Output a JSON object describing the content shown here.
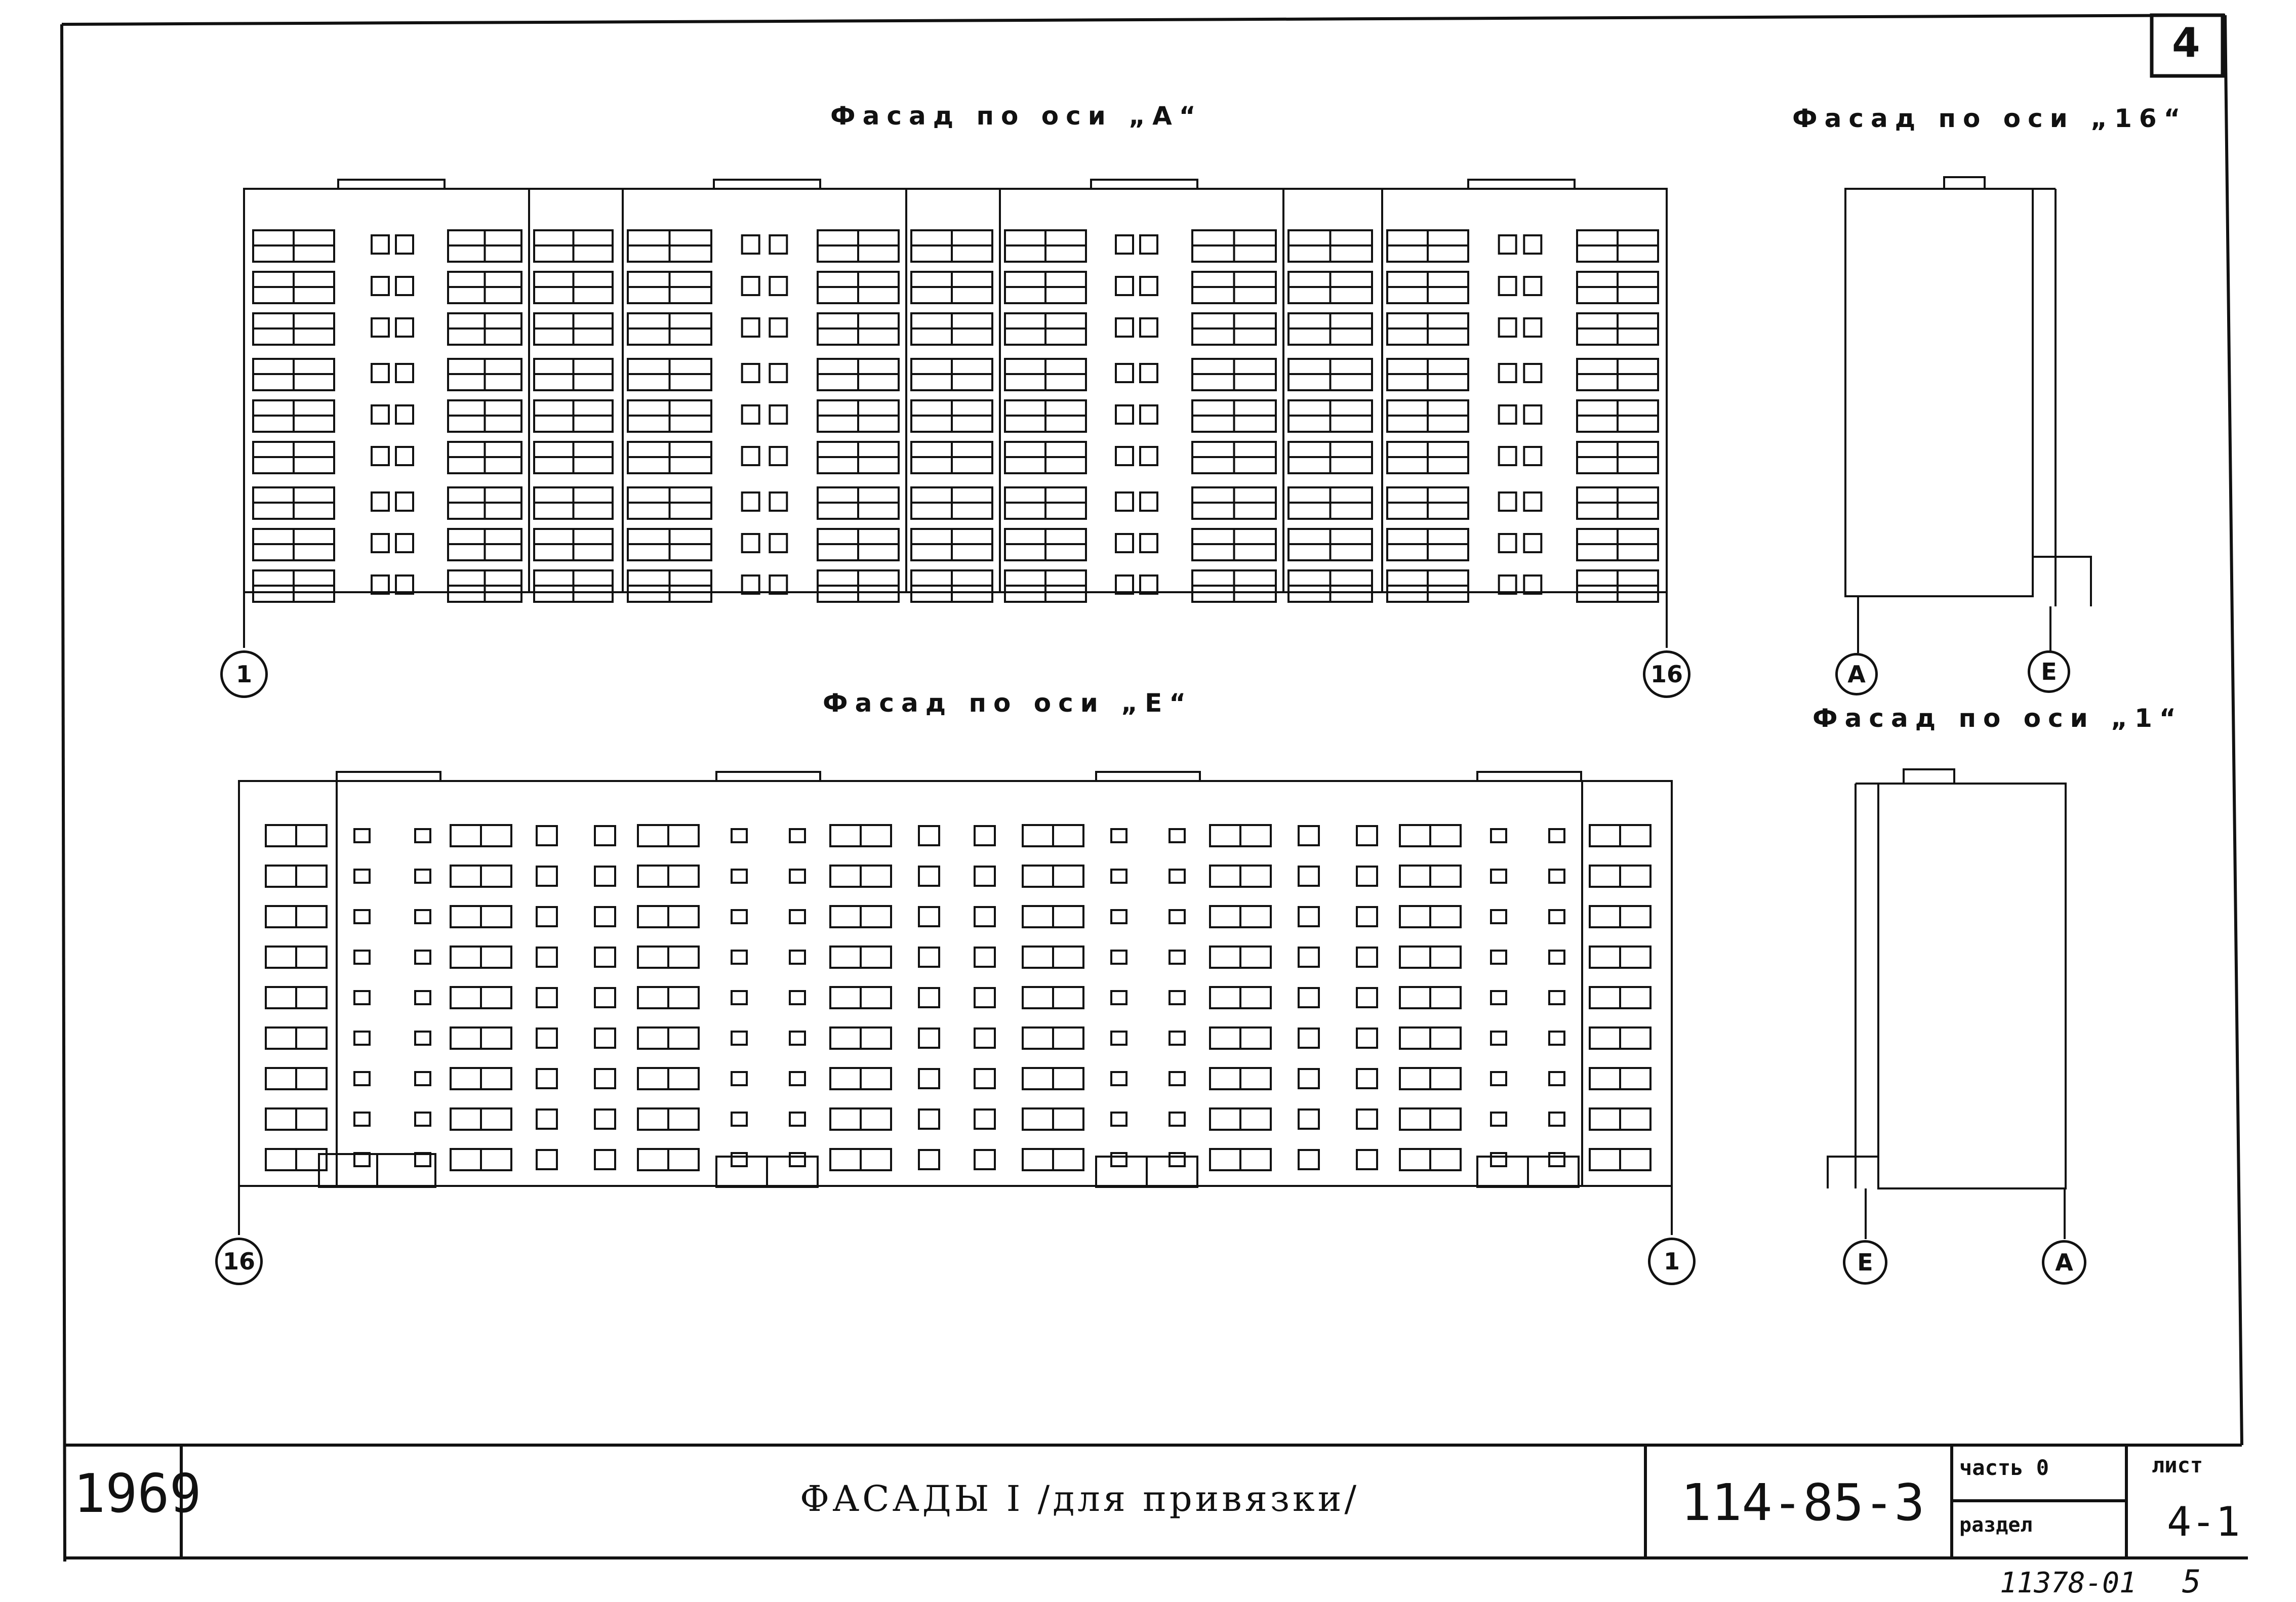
{
  "sheet_corner_number": "4",
  "facades": {
    "axis_a": {
      "title": "Фасад по оси „А“",
      "axis_left": "1",
      "axis_right": "16"
    },
    "axis_e": {
      "title": "Фасад по оси „Е“",
      "axis_left": "16",
      "axis_right": "1"
    },
    "axis_16": {
      "title": "Фасад по оси „16“",
      "axis_left": "А",
      "axis_right": "Е"
    },
    "axis_1": {
      "title": "Фасад по оси „1“",
      "axis_left": "Е",
      "axis_right": "А"
    }
  },
  "title_block": {
    "year": "1969",
    "sheet_title": "ФАСАДЫ I /для привязки/",
    "project_code": "114-85-3",
    "part_label": "часть 0",
    "section_label": "раздел",
    "sheet_label": "лист",
    "sheet_number": "4-1"
  },
  "archive_number": "11378-01",
  "page_number": "5"
}
